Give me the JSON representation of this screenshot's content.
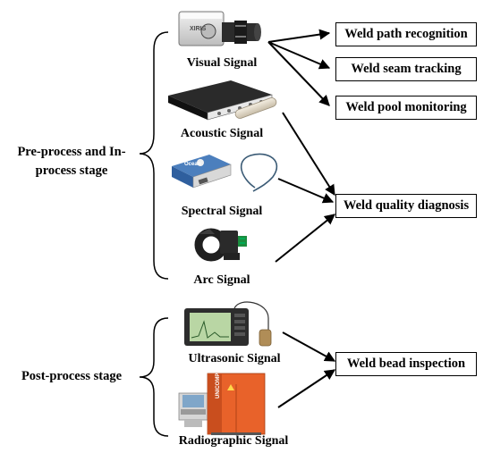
{
  "stages": {
    "pre": {
      "line1": "Pre-process and In-",
      "line2": "process stage"
    },
    "post": {
      "label": "Post-process stage"
    }
  },
  "signals": {
    "visual": {
      "label": "Visual Signal",
      "brand": "XIRIS"
    },
    "acoustic": {
      "label": "Acoustic Signal"
    },
    "spectral": {
      "label": "Spectral Signal",
      "brand": "Ocean"
    },
    "arc": {
      "label": "Arc Signal"
    },
    "ultrasonic": {
      "label": "Ultrasonic Signal"
    },
    "radiographic": {
      "label": "Radiographic  Signal",
      "brand": "UNICOMP"
    }
  },
  "outputs": {
    "path": "Weld path recognition",
    "seam": "Weld seam tracking",
    "pool": "Weld pool monitoring",
    "quality": "Weld quality diagnosis",
    "bead": "Weld bead inspection"
  },
  "colors": {
    "line": "#000000",
    "device_orange": "#e8622a",
    "screen_green": "#b9d6a4"
  }
}
